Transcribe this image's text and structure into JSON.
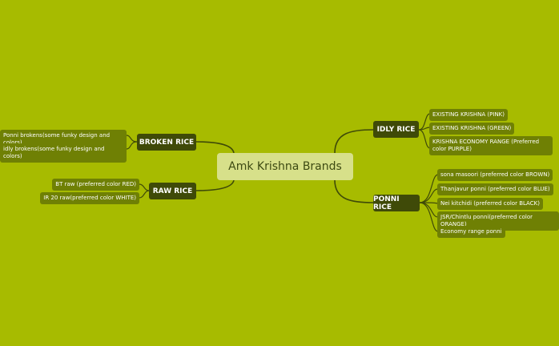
{
  "central": {
    "label": "Amk Krishna Brands"
  },
  "idly": {
    "label": "IDLY RICE",
    "items": [
      "EXISTING KRISHNA (PINK)",
      "EXISTING KRISHNA (GREEN)",
      "KRISHNA ECONOMY RANGE (Preferred color PURPLE)"
    ]
  },
  "ponni": {
    "label": "PONNI RICE",
    "items": [
      "sona masoori (preferred color BROWN)",
      "Thanjavur ponni (preferred color BLUE)",
      "Nei kitchidi (preferred color BLACK)",
      "JSR/Chintlu ponni(preferred color ORANGE)",
      "Economy range ponni"
    ]
  },
  "broken": {
    "label": "BROKEN RICE",
    "items": [
      "Ponni brokens(some funky design and colors)",
      "idly brokens(some funky design and colors)"
    ]
  },
  "raw": {
    "label": "RAW RICE",
    "items": [
      "BT raw (preferred color RED)",
      "IR 20 raw(preferred color WHITE)"
    ]
  },
  "colors": {
    "background": "#a7bb00",
    "central_node": "#d7e08a",
    "main_node": "#3f4a08",
    "sub_node": "#6f8004",
    "connector": "#3f4a08"
  }
}
